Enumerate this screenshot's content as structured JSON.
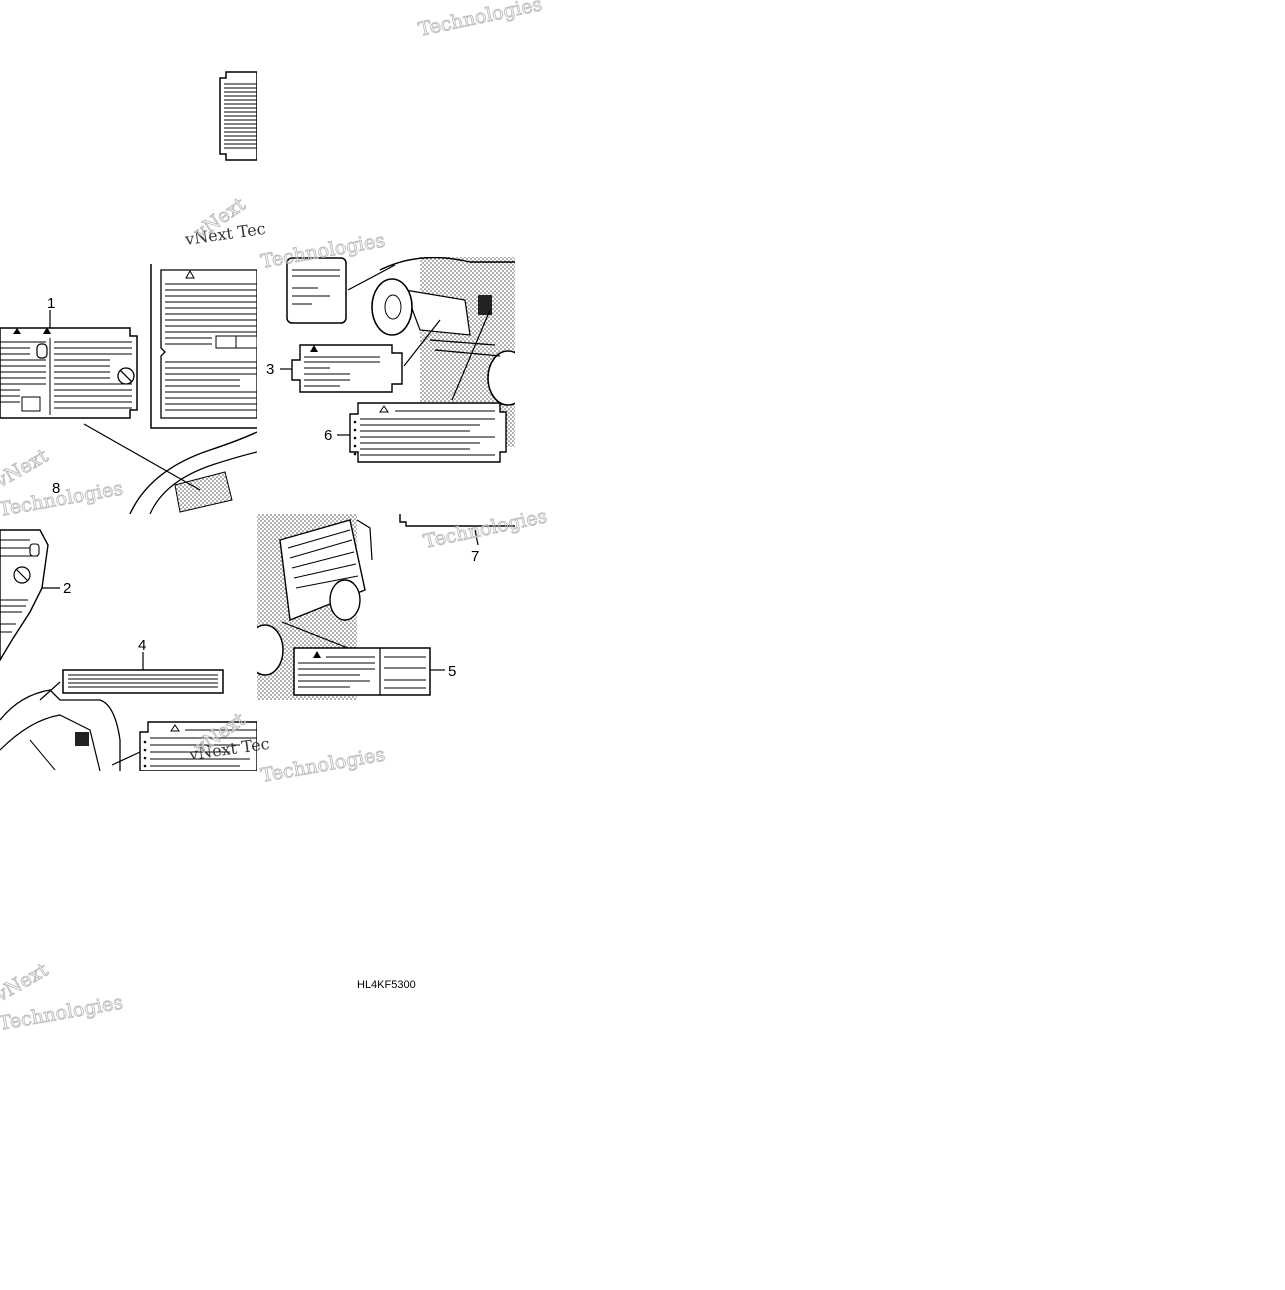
{
  "diagram": {
    "reference_code": "HL4KF5300",
    "callouts": [
      "1",
      "2",
      "3",
      "4",
      "5",
      "6",
      "7",
      "8"
    ],
    "watermark": {
      "line1": "vNext",
      "line2": "Technologies",
      "inline": "vNext Tec"
    },
    "colors": {
      "ink": "#000000",
      "watermark": "#bdbdbd",
      "background": "#ffffff"
    }
  }
}
